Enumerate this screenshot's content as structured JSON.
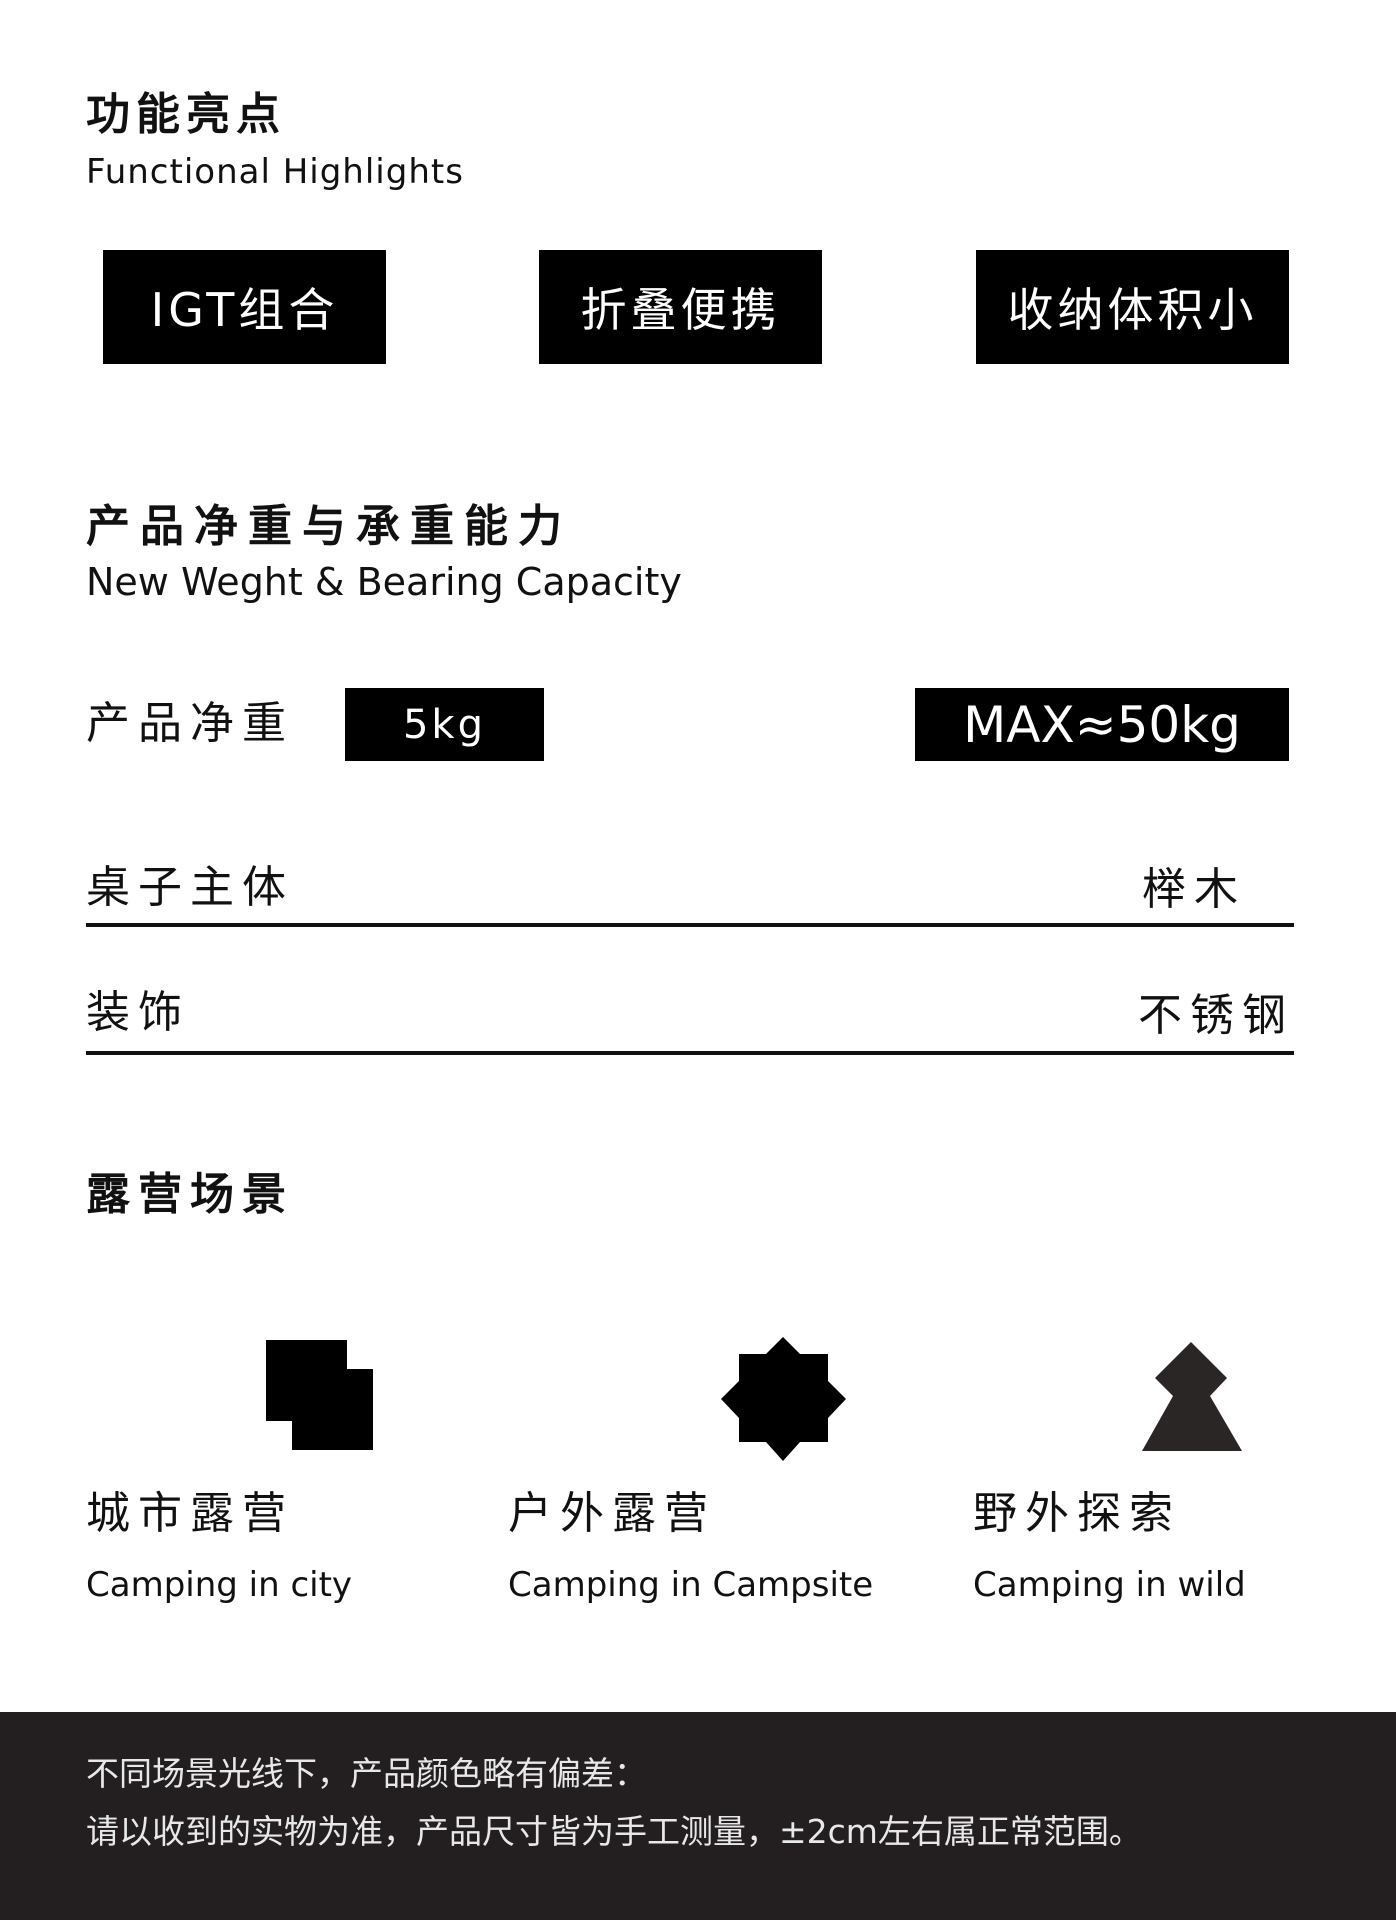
{
  "highlights": {
    "title_cn": "功能亮点",
    "title_en": "Functional Highlights",
    "tags": [
      {
        "label": "IGT组合"
      },
      {
        "label": "折叠便携"
      },
      {
        "label": "收纳体积小"
      }
    ]
  },
  "weight": {
    "title_cn": "产品净重与承重能力",
    "title_en": "New Weght & Bearing Capacity",
    "net_weight_label": "产品净重",
    "net_weight_value": "5kg",
    "max_load_value": "MAX≈50kg"
  },
  "materials": [
    {
      "label": "桌子主体",
      "value": "榉木"
    },
    {
      "label": "装饰",
      "value": "不锈钢"
    }
  ],
  "scenes": {
    "title_cn": "露营场景",
    "items": [
      {
        "icon": "city-blocks-icon",
        "title_cn": "城市露营",
        "title_en": "Camping in city"
      },
      {
        "icon": "eight-point-star-icon",
        "title_cn": "户外露营",
        "title_en": "Camping in Campsite"
      },
      {
        "icon": "tree-icon",
        "title_cn": "野外探索",
        "title_en": "Camping in wild"
      }
    ]
  },
  "footer": {
    "line1": "不同场景光线下，产品颜色略有偏差：",
    "line2": "请以收到的实物为准，产品尺寸皆为手工测量，±2cm左右属正常范围。"
  },
  "colors": {
    "background": "#ffffff",
    "text": "#111111",
    "tag_bg": "#000000",
    "footer_bg": "#231f20",
    "footer_text": "#e8e8e8",
    "tree_icon": "#2a2626"
  }
}
